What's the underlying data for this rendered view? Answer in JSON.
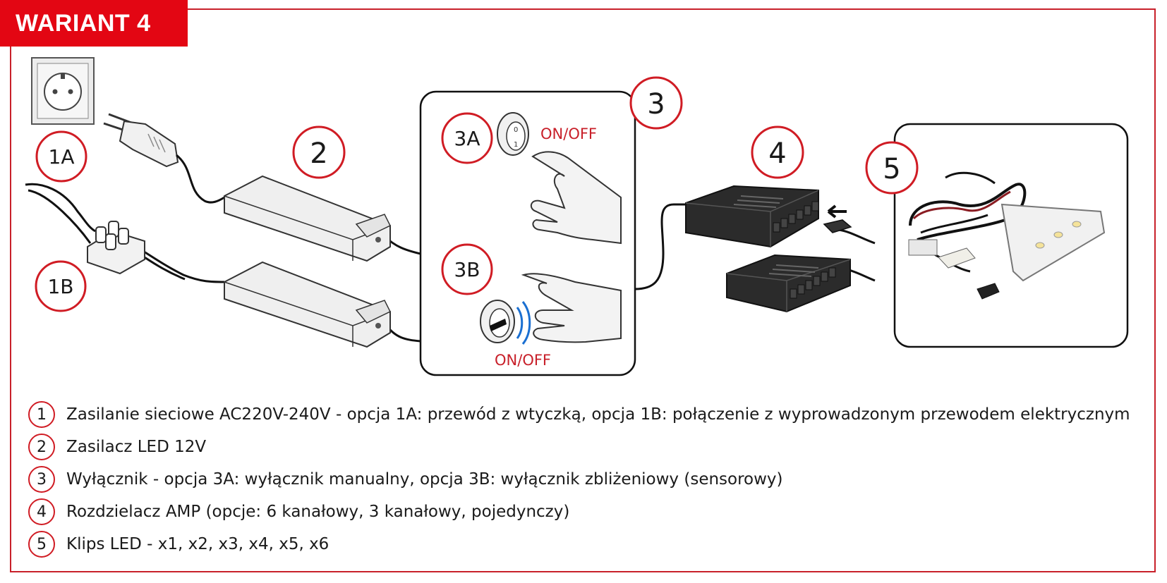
{
  "header": {
    "variant_label": "WARIANT 4"
  },
  "badges": {
    "b1a": "1A",
    "b1b": "1B",
    "b2": "2",
    "b3": "3",
    "b3a": "3A",
    "b3b": "3B",
    "b4": "4",
    "b5": "5"
  },
  "switch_labels": {
    "manual": "ON/OFF",
    "sensor": "ON/OFF"
  },
  "legend": [
    {
      "num": "1",
      "text": "Zasilanie sieciowe AC220V-240V - opcja 1A: przewód z wtyczką, opcja 1B: połączenie z wyprowadzonym przewodem elektrycznym"
    },
    {
      "num": "2",
      "text": "Zasilacz LED 12V"
    },
    {
      "num": "3",
      "text": "Wyłącznik - opcja 3A: wyłącznik manualny, opcja 3B: wyłącznik zbliżeniowy (sensorowy)"
    },
    {
      "num": "4",
      "text": "Rozdzielacz AMP (opcje: 6 kanałowy, 3 kanałowy, pojedynczy)"
    },
    {
      "num": "5",
      "text": "Klips LED - x1, x2, x3, x4, x5, x6"
    }
  ],
  "colors": {
    "accent": "#e30613",
    "badge_border": "#d01c24",
    "frame": "#c8202a"
  }
}
